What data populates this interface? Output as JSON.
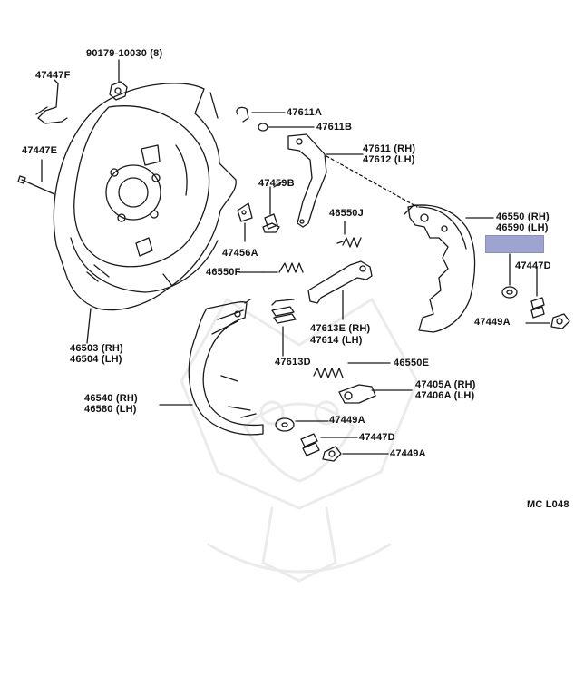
{
  "diagram_code": "MC L048",
  "highlight_color": "#9fa3cf",
  "parts": {
    "p90179": "90179-10030 (8)",
    "p47447F": "47447F",
    "p47447E": "47447E",
    "p47611A": "47611A",
    "p47611B": "47611B",
    "p47611": "47611 (RH)",
    "p47612": "47612 (LH)",
    "p47459B": "47459B",
    "p46550J": "46550J",
    "p46550": "46550 (RH)",
    "p46590": "46590 (LH)",
    "p47447D_a": "47447D",
    "p47456A": "47456A",
    "p46550F": "46550F",
    "p47449A_a": "47449A",
    "p47613E": "47613E (RH)",
    "p47614": "47614  (LH)",
    "p46503": "46503 (RH)",
    "p46504": "46504 (LH)",
    "p47613D": "47613D",
    "p46550E": "46550E",
    "p46540": "46540 (RH)",
    "p46580": "46580 (LH)",
    "p47405A": "47405A (RH)",
    "p47406A": "47406A (LH)",
    "p47449A_b": "47449A",
    "p47447D_b": "47447D",
    "p47449A_c": "47449A"
  }
}
